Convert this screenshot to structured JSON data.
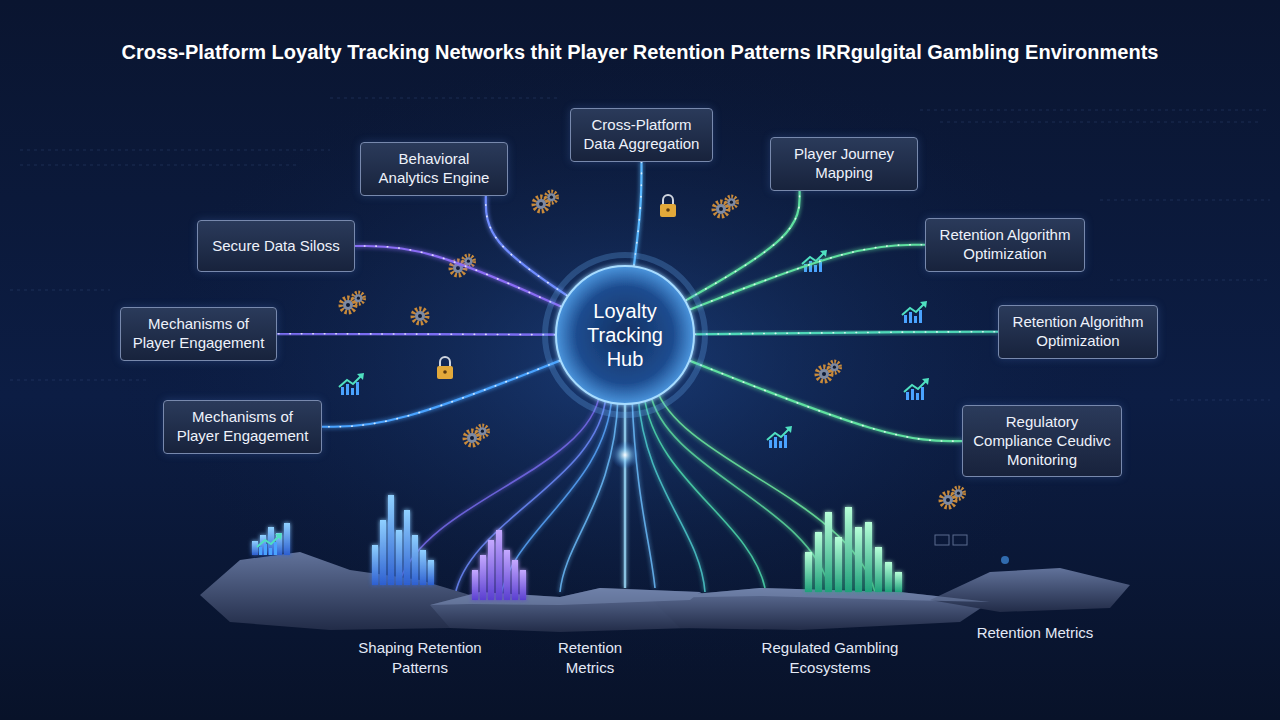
{
  "diagram": {
    "title": "Cross-Platform Loyalty Tracking Networks thit Player Retention Patterns IRRgulgital Gambling Environments",
    "nodes": [
      {
        "text": [
          "Cross-Platform Data Aggregation"
        ]
      },
      {
        "text": [
          "Behavioral Analytics Engine"
        ]
      },
      {
        "text": [
          "Player Journey Mapping"
        ]
      },
      {
        "text": [
          "Secure Data Siloss"
        ]
      },
      {
        "text": [
          "Retention Algorithm Optimization"
        ]
      },
      {
        "text": [
          "Mechanisms of Player Engagement"
        ]
      },
      {
        "text": [
          "Loyalty Tracking Hub"
        ]
      },
      {
        "text": [
          "Retention Algorithm Optimization"
        ]
      },
      {
        "text": [
          "Mechanisms of Player Engagement"
        ]
      },
      {
        "text": [
          "Regulatory Compliance Ceudivc Monitoring"
        ]
      }
    ],
    "edges": [
      {
        "from": 6,
        "to": 0,
        "arrow": "none"
      },
      {
        "from": 6,
        "to": 1,
        "arrow": "none"
      },
      {
        "from": 6,
        "to": 2,
        "arrow": "none"
      },
      {
        "from": 6,
        "to": 3,
        "arrow": "none"
      },
      {
        "from": 6,
        "to": 4,
        "arrow": "none"
      },
      {
        "from": 6,
        "to": 5,
        "arrow": "none"
      },
      {
        "from": 6,
        "to": 7,
        "arrow": "none"
      },
      {
        "from": 6,
        "to": 8,
        "arrow": "none"
      },
      {
        "from": 6,
        "to": 9,
        "arrow": "none"
      }
    ],
    "labels": [
      "Shaping Retention Patterns",
      "Retention Metrics",
      "Regulated Gambling Ecosystems",
      "Retention Metrics"
    ]
  }
}
